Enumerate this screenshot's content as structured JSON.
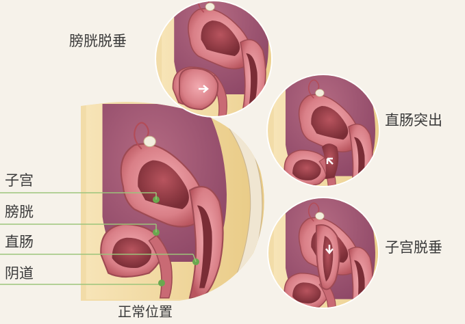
{
  "main_figure": {
    "caption": "正常位置",
    "labels": [
      "子宫",
      "膀胱",
      "直肠",
      "阴道"
    ]
  },
  "insets": {
    "bladder_prolapse": "膀胱脱垂",
    "rectal_prolapse": "直肠突出",
    "uterine_prolapse": "子宫脱垂"
  },
  "colors": {
    "background": "#f6f2ea",
    "tissue_tan": "#e6c98a",
    "organ_pink": "#d97f87",
    "organ_dark": "#8b3a44",
    "leader_line": "#9cc47a",
    "leader_dot": "#6aa84f"
  }
}
